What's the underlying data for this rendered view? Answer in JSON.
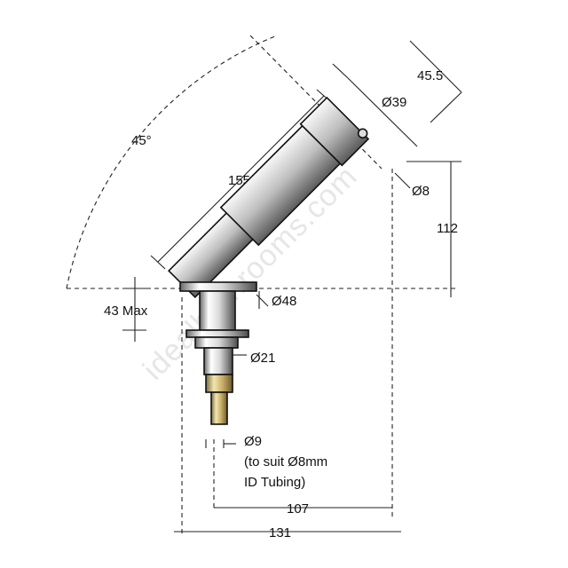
{
  "watermark": "idealbathrooms.com",
  "dimensions": {
    "angle": "45°",
    "length": "155",
    "outlet_length": "45.5",
    "outlet_dia": "Ø39",
    "small_dia": "Ø8",
    "height": "112",
    "max_thickness": "43 Max",
    "flange_dia": "Ø48",
    "body_dia": "Ø21",
    "tail_dia": "Ø9",
    "tail_note_1": "(to suit Ø8mm",
    "tail_note_2": "ID Tubing)",
    "reach_1": "107",
    "reach_2": "131"
  }
}
